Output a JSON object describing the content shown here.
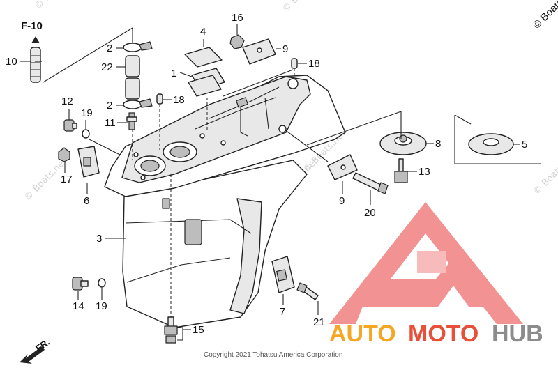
{
  "figure": {
    "section_code": "F-10",
    "direction_label": "FR.",
    "copyright": "Copyright 2021 Tohatsu America Corporation",
    "corner_mark": "© Boats",
    "watermark": "© Boats.net",
    "brand": {
      "part1": "AUTO",
      "part2": "MOTO",
      "part3": "HUB",
      "color_red": "#e8503a",
      "color_orange": "#f5a623",
      "color_gray": "#8c8c8c",
      "logo_color": "#f08080"
    }
  },
  "callouts": {
    "c1": "1",
    "c2a": "2",
    "c2b": "2",
    "c3": "3",
    "c4": "4",
    "c5": "5",
    "c6": "6",
    "c7": "7",
    "c8": "8",
    "c9a": "9",
    "c9b": "9",
    "c10": "10",
    "c11": "11",
    "c12": "12",
    "c13": "13",
    "c14": "14",
    "c15": "15",
    "c16": "16",
    "c17": "17",
    "c18a": "18",
    "c18b": "18",
    "c19a": "19",
    "c19b": "19",
    "c20": "20",
    "c21": "21",
    "c22": "22"
  }
}
